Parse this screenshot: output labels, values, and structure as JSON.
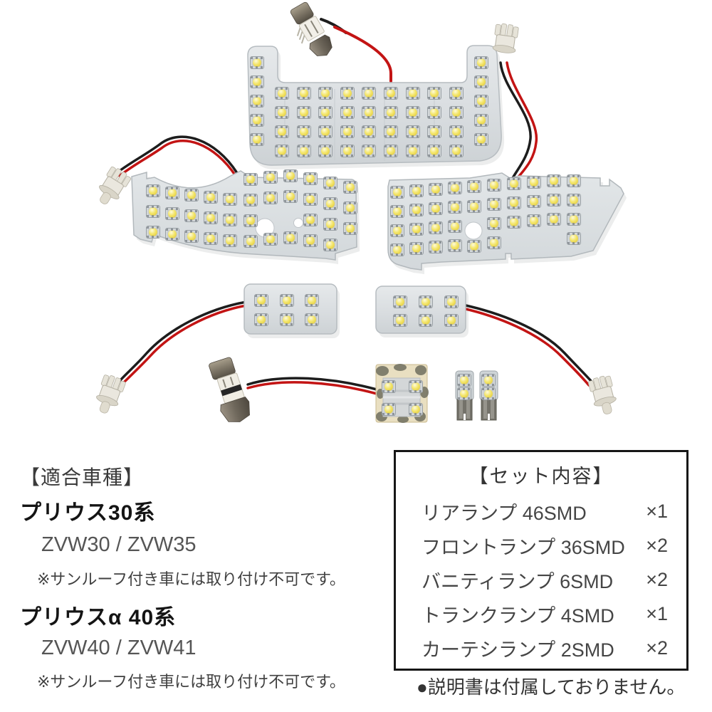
{
  "page": {
    "background": "#ffffff"
  },
  "photo": {
    "description": "LED interior lamp kit product photo",
    "colors": {
      "led_yellow": "#f3e569",
      "pcb_gray": "#dde1e4",
      "wire_red": "#c31414",
      "wire_black": "#1d1d1d",
      "metal_cap": "#837b6b",
      "socket_cream": "#eae7de"
    },
    "boards": [
      {
        "id": "rear-lamp-board",
        "label": "リアランプ 46SMD",
        "led_count": 46
      },
      {
        "id": "front-lamp-board-left",
        "label": "フロントランプ 36SMD",
        "led_count": 36
      },
      {
        "id": "front-lamp-board-right",
        "label": "フロントランプ 36SMD",
        "led_count": 36
      },
      {
        "id": "vanity-lamp-board-left",
        "label": "バニティランプ 6SMD",
        "led_count": 6
      },
      {
        "id": "vanity-lamp-board-right",
        "label": "バニティランプ 6SMD",
        "led_count": 6
      },
      {
        "id": "trunk-lamp-board",
        "label": "トランクランプ 4SMD",
        "led_count": 4
      },
      {
        "id": "courtesy-bulb-1",
        "label": "カーテシランプ 2SMD",
        "led_count": 2
      },
      {
        "id": "courtesy-bulb-2",
        "label": "カーテシランプ 2SMD",
        "led_count": 2
      }
    ]
  },
  "compatibility": {
    "heading": "【適合車種】",
    "models": [
      {
        "name": "プリウス30系",
        "codes": "ZVW30 / ZVW35",
        "note": "※サンルーフ付き車には取り付け不可です。"
      },
      {
        "name": "プリウスα 40系",
        "codes": "ZVW40 / ZVW41",
        "note": "※サンルーフ付き車には取り付け不可です。"
      }
    ]
  },
  "set_contents": {
    "heading": "【セット内容】",
    "items": [
      {
        "name": "リアランプ 46SMD",
        "qty": "×1"
      },
      {
        "name": "フロントランプ 36SMD",
        "qty": "×2"
      },
      {
        "name": "バニティランプ 6SMD",
        "qty": "×2"
      },
      {
        "name": "トランクランプ 4SMD",
        "qty": "×1"
      },
      {
        "name": "カーテシランプ 2SMD",
        "qty": "×2"
      }
    ],
    "footnote": "●説明書は付属しておりません。"
  }
}
